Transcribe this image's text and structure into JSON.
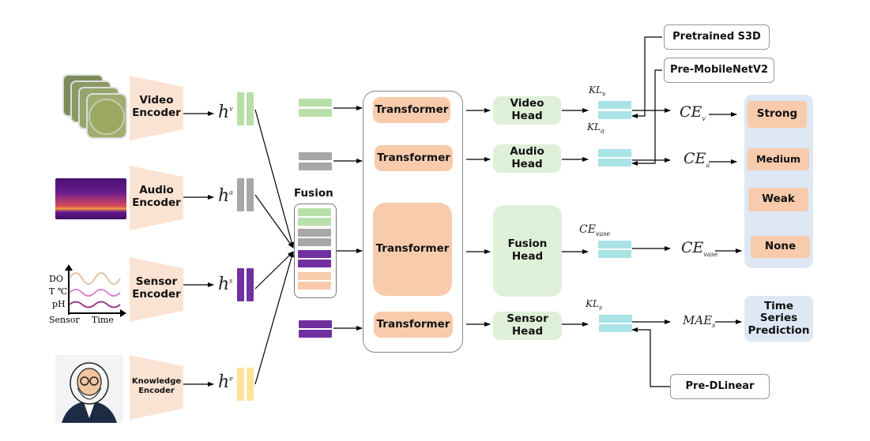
{
  "encoders": [
    {
      "label_line1": "Video",
      "label_line2": "Encoder",
      "input_icon": "video-frames-icon",
      "feature_symbol": "h",
      "feature_sup": "v",
      "color": "#b9dfa8"
    },
    {
      "label_line1": "Audio",
      "label_line2": "Encoder",
      "input_icon": "spectrogram-icon",
      "feature_symbol": "h",
      "feature_sup": "a",
      "color": "#a8a6a6"
    },
    {
      "label_line1": "Sensor",
      "label_line2": "Encoder",
      "input_icon": "sensor-chart-icon",
      "feature_symbol": "h",
      "feature_sup": "s",
      "color": "#7030a0"
    },
    {
      "label_line1": "Knowledge",
      "label_line2": "Encoder",
      "input_icon": "expert-portrait-icon",
      "feature_symbol": "h",
      "feature_sup": "e",
      "color": "#fde39a"
    }
  ],
  "sensor_plot": {
    "labels": [
      "DO",
      "T ℃",
      "pH"
    ],
    "x_labels": [
      "Sensor",
      "Time"
    ]
  },
  "fusion": {
    "title": "Fusion",
    "colors": [
      "#b9dfa8",
      "#b9dfa8",
      "#a8a6a6",
      "#a8a6a6",
      "#7030a0",
      "#7030a0",
      "#f7cbac",
      "#f7cbac"
    ]
  },
  "transformers": [
    "Transformer",
    "Transformer",
    "Transformer",
    "Transformer"
  ],
  "heads": [
    {
      "line1": "Video",
      "line2": "Head"
    },
    {
      "line1": "Audio",
      "line2": "Head"
    },
    {
      "line1": "Fusion",
      "line2": "Head"
    },
    {
      "line1": "Sensor",
      "line2": "Head"
    }
  ],
  "losses": {
    "kl_v": {
      "base": "KL",
      "sub": "v"
    },
    "kl_a": {
      "base": "KL",
      "sub": "a"
    },
    "ce_vase_top": {
      "base": "CE",
      "sub": "vase"
    },
    "kl_s": {
      "base": "KL",
      "sub": "s"
    },
    "ce_v": {
      "base": "CE",
      "sub": "v"
    },
    "ce_a": {
      "base": "CE",
      "sub": "a"
    },
    "ce_vase": {
      "base": "CE",
      "sub": "vase"
    },
    "mae_s": {
      "base": "MAE",
      "sub": "s"
    }
  },
  "pretrained": [
    "Pretrained S3D",
    "Pre-MobileNetV2",
    "Pre-DLinear"
  ],
  "classes": [
    "Strong",
    "Medium",
    "Weak",
    "None"
  ],
  "time_series": {
    "line1": "Time",
    "line2": "Series",
    "line3": "Prediction"
  },
  "colors": {
    "encoder_fill": "#fbe3d3",
    "transformer": "#f7cbac",
    "head": "#dff0d8",
    "teal": "#a9e3e6",
    "class_panel": "#dde8f4"
  }
}
